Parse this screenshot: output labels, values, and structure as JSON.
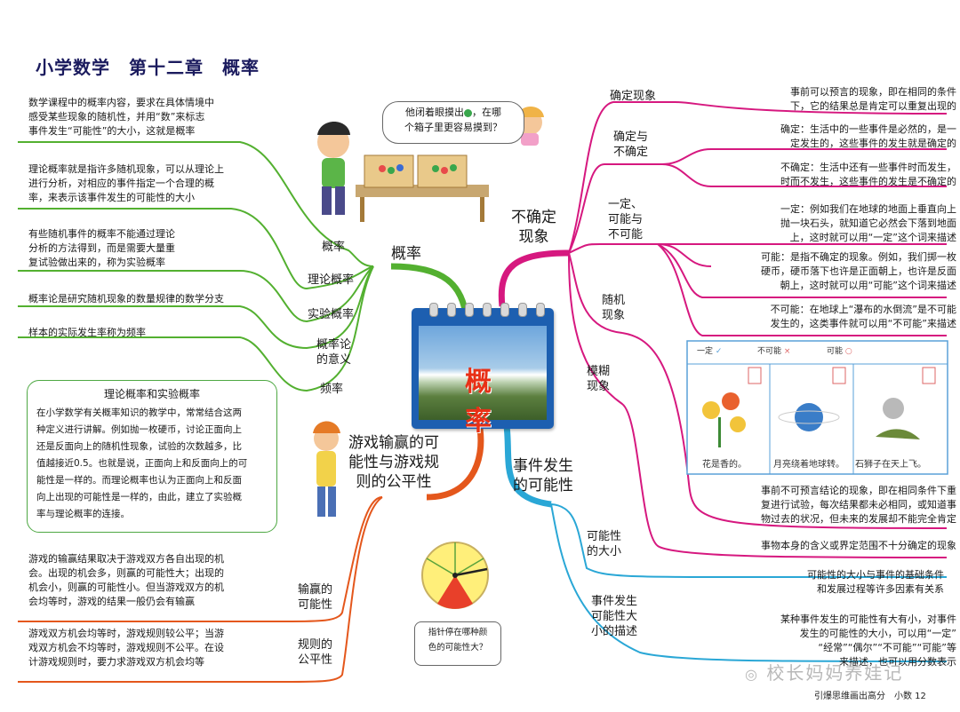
{
  "header": {
    "title": "小学数学　第十二章　概率"
  },
  "center": {
    "label": "概　率"
  },
  "branches": {
    "gailv": "概率",
    "buqueding": [
      "不确定",
      "现象"
    ],
    "youxi": [
      "游戏输赢的可",
      "能性与游戏规",
      "则的公平性"
    ],
    "shijian": [
      "事件发生",
      "的可能性"
    ]
  },
  "gailv_items": [
    {
      "label": "概率",
      "text": [
        "数学课程中的概率内容，要求在具体情境中",
        "感受某些现象的随机性，并用“数”来标志",
        "事件发生“可能性”的大小，这就是概率"
      ]
    },
    {
      "label": "理论概率",
      "text": [
        "理论概率就是指许多随机现象，可以从理论上",
        "进行分析，对相应的事件指定一个合理的概",
        "率，来表示该事件发生的可能性的大小"
      ]
    },
    {
      "label": "实验概率",
      "text": [
        "有些随机事件的概率不能通过理论",
        "分析的方法得到，而是需要大量重",
        "复试验做出来的，称为实验概率"
      ]
    },
    {
      "label": [
        "概率论",
        "的意义"
      ],
      "text": [
        "概率论是研究随机现象的数量规律的数学分支"
      ]
    },
    {
      "label": "频率",
      "text": [
        "样本的实际发生率称为频率"
      ]
    }
  ],
  "theory_box": {
    "title": "理论概率和实验概率",
    "text": [
      "在小学数学有关概率知识的教学中，常常结合这两",
      "种定义进行讲解。例如抛一枚硬币，讨论正面向上",
      "还是反面向上的随机性现象，试验的次数越多，比",
      "值越接近0.5。也就是说，正面向上和反面向上的可",
      "能性是一样的。而理论概率也认为正面向上和反面",
      "向上出现的可能性是一样的，由此，建立了实验概",
      "率与理论概率的连接。"
    ]
  },
  "youxi_items": [
    {
      "label": [
        "输赢的",
        "可能性"
      ],
      "text": [
        "游戏的输赢结果取决于游戏双方各自出现的机",
        "会。出现的机会多，则赢的可能性大；出现的",
        "机会小，则赢的可能性小。但当游戏双方的机",
        "会均等时，游戏的结果一般仍会有输赢"
      ]
    },
    {
      "label": [
        "规则的",
        "公平性"
      ],
      "text": [
        "游戏双方机会均等时，游戏规则较公平；当游",
        "戏双方机会不均等时，游戏规则不公平。在设",
        "计游戏规则时，要力求游戏双方机会均等"
      ]
    }
  ],
  "buqueding_items": {
    "queding": {
      "label": "确定现象",
      "text": [
        "事前可以预言的现象，即在相同的条件",
        "下，它的结果总是肯定可以重复出现的"
      ]
    },
    "qd_bqd": {
      "label": [
        "确定与",
        "不确定"
      ],
      "text1": [
        "确定：生活中的一些事件是必然的，是一",
        "定发生的，这些事件的发生就是确定的"
      ],
      "text2": [
        "不确定：生活中还有一些事件时而发生，",
        "时而不发生，这些事件的发生是不确定的"
      ]
    },
    "yiding": {
      "label": [
        "一定、",
        "可能与",
        "不可能"
      ],
      "text1": [
        "一定：例如我们在地球的地面上垂直向上",
        "抛一块石头，就知道它必然会下落到地面",
        "上，这时就可以用“一定”这个词来描述"
      ],
      "text2": [
        "可能：是指不确定的现象。例如，我们掷一枚",
        "硬币，硬币落下也许是正面朝上，也许是反面",
        "朝上，这时就可以用“可能”这个词来描述"
      ],
      "text3": [
        "不可能：在地球上“瀑布的水倒流”是不可能",
        "发生的，这类事件就可以用“不可能”来描述"
      ]
    },
    "suiji": {
      "label": [
        "随机",
        "现象"
      ],
      "text": [
        "事前不可预言结论的现象，即在相同条件下重",
        "复进行试验，每次结果都未必相同，或知道事",
        "物过去的状况，但未来的发展却不能完全肯定"
      ]
    },
    "mohu": {
      "label": [
        "模糊",
        "现象"
      ],
      "text": [
        "事物本身的含义或界定范围不十分确定的现象"
      ]
    }
  },
  "chips": {
    "yiding": "一定",
    "buneng": "不可能",
    "keneng": "可能"
  },
  "captions": [
    "花是香的。",
    "月亮绕着地球转。",
    "石狮子在天上飞。"
  ],
  "shijian_items": [
    {
      "label": [
        "可能性",
        "的大小"
      ],
      "text": [
        "可能性的大小与事件的基础条件",
        "和发展过程等许多因素有关系"
      ]
    },
    {
      "label": [
        "事件发生",
        "可能性大",
        "小的描述"
      ],
      "text": [
        "某种事件发生的可能性有大有小，对事件",
        "发生的可能性的大小，可以用“一定”",
        "“经常”“偶尔”“不可能”“可能”等",
        "来描述，也可以用分数表示"
      ]
    }
  ],
  "bubble_top": [
    "他闭着眼摸出",
    "，在哪",
    "个箱子里更容易摸到？"
  ],
  "bubble_spinner": [
    "指针停在哪种颜",
    "色的可能性大？"
  ],
  "footer": {
    "text": "引爆思维画出高分　小数 12"
  },
  "watermark": "校长妈妈养娃记",
  "colors": {
    "green": "#53b030",
    "magenta": "#d6187f",
    "orange": "#e4571c",
    "cyan": "#2aa7d6",
    "title": "#1b1b5e"
  }
}
